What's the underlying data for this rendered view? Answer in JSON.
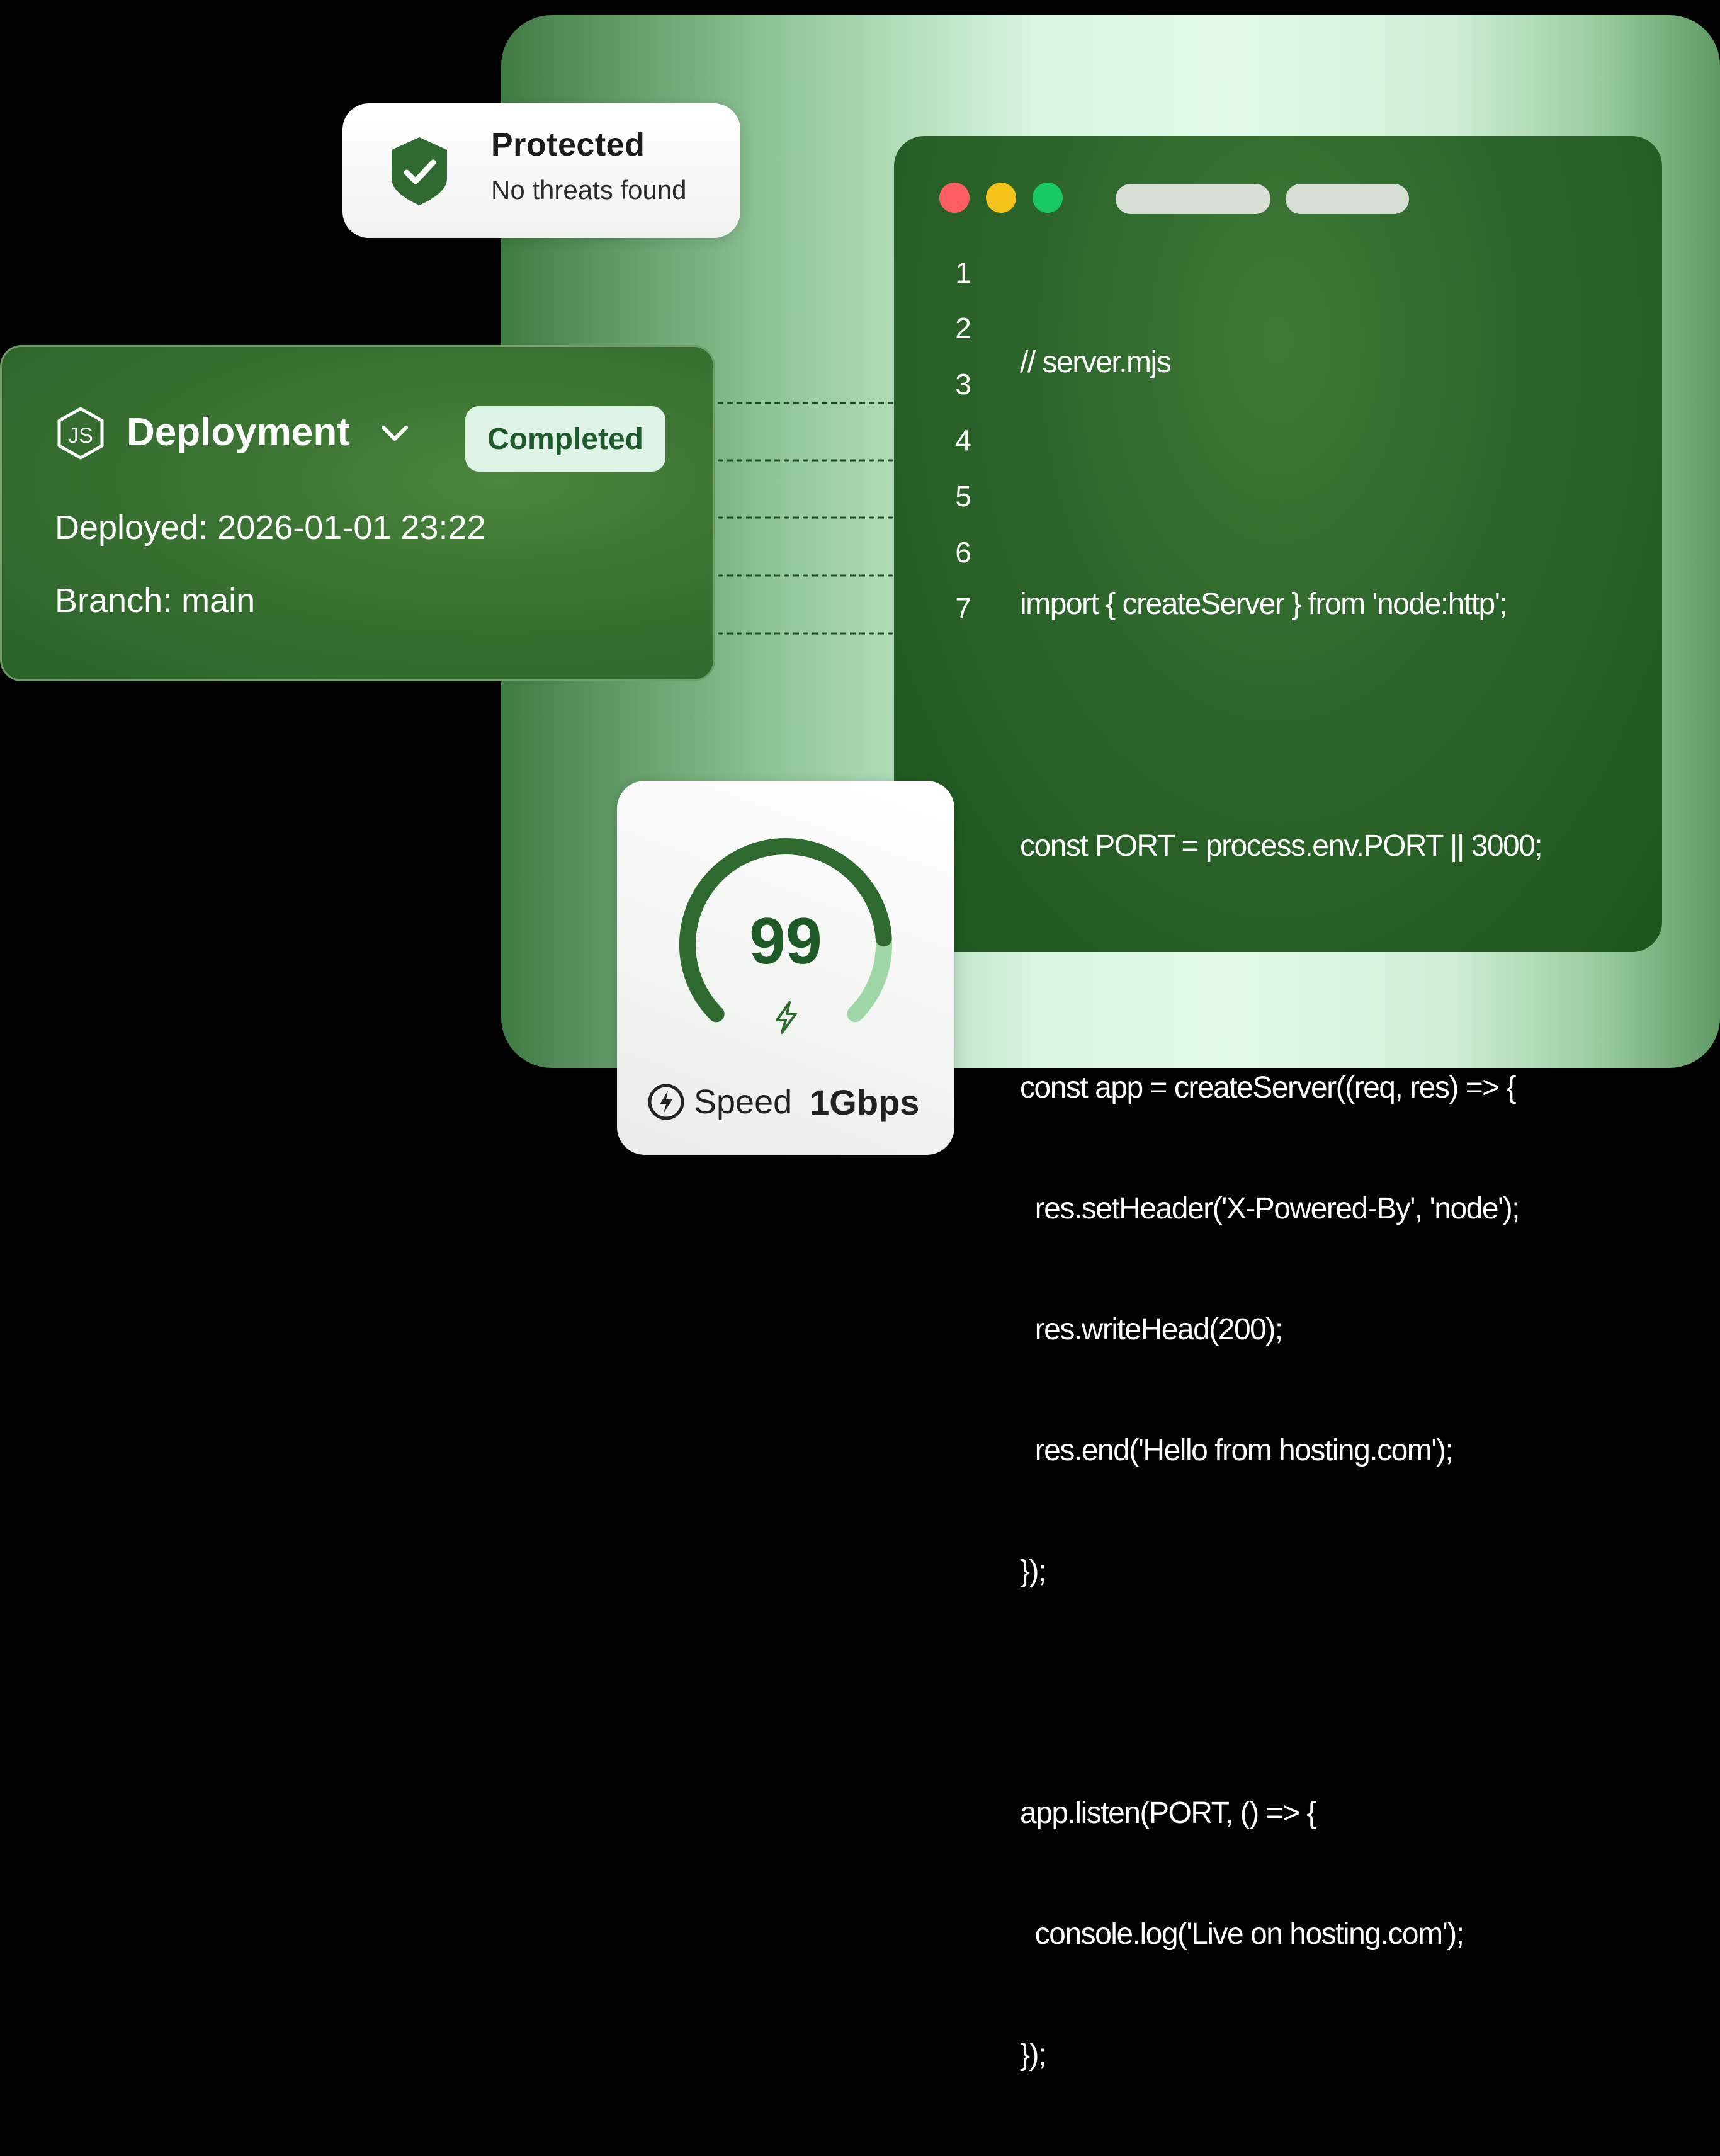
{
  "protected_card": {
    "title": "Protected",
    "subtitle": "No threats found",
    "icon": "shield-check-icon"
  },
  "deployment_card": {
    "icon": "nodejs-icon",
    "title": "Deployment",
    "dropdown_icon": "chevron-down-icon",
    "status_badge": "Completed",
    "deployed": "Deployed: 2026-01-01 23:22",
    "branch": "Branch: main"
  },
  "editor": {
    "window_controls": [
      "close",
      "minimize",
      "maximize"
    ],
    "colors": {
      "red": "#ff5f63",
      "yellow": "#f4c21a",
      "green": "#18c964"
    },
    "line_numbers": [
      "1",
      "2",
      "3",
      "4",
      "5",
      "6",
      "7"
    ],
    "code_lines": [
      "// server.mjs",
      "",
      "import { createServer } from 'node:http';",
      "",
      "const PORT = process.env.PORT || 3000;",
      "",
      "const app = createServer((req, res) => {",
      "  res.setHeader('X-Powered-By', 'node');",
      "  res.writeHead(200);",
      "  res.end('Hello from hosting.com');",
      "});",
      "",
      "app.listen(PORT, () => {",
      "  console.log('Live on hosting.com');",
      "});"
    ]
  },
  "speed_card": {
    "score": "99",
    "gauge_level": 0.82,
    "gauge_icon": "lightning-icon",
    "label_icon": "lightning-circle-icon",
    "label": "Speed",
    "value": "1Gbps"
  }
}
